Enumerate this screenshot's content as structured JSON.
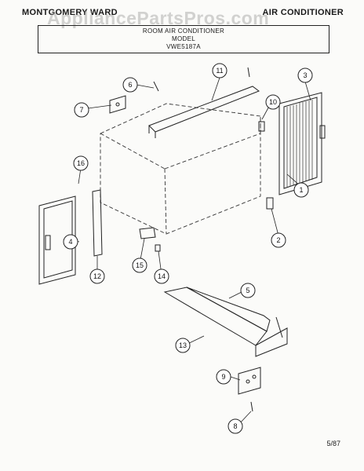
{
  "header": {
    "brand": "MONTGOMERY WARD",
    "product": "AIR CONDITIONER"
  },
  "watermark": "AppliancePartsPros.com",
  "title_box": {
    "line1": "ROOM AIR CONDITIONER",
    "line2": "MODEL",
    "line3": "VWE5187A"
  },
  "callouts": {
    "c1": "1",
    "c2": "2",
    "c3": "3",
    "c4": "4",
    "c5": "5",
    "c6": "6",
    "c7": "7",
    "c8": "8",
    "c9": "9",
    "c10": "10",
    "c11": "11",
    "c12": "12",
    "c13": "13",
    "c14": "14",
    "c15": "15",
    "c16": "16"
  },
  "page_code": "5/87"
}
